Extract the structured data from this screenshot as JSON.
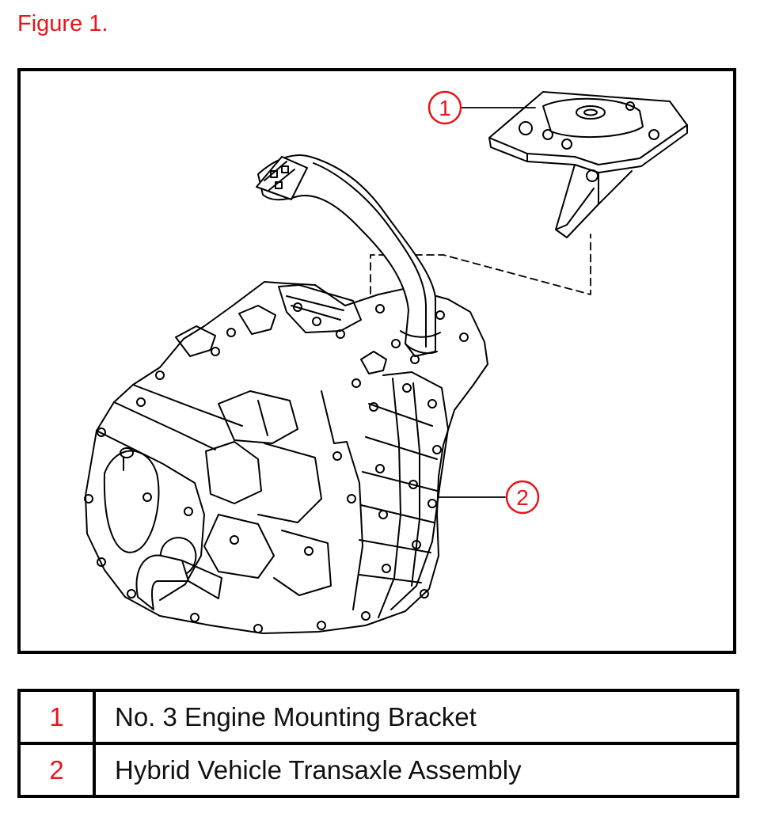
{
  "figure": {
    "title": "Figure 1."
  },
  "callouts": [
    {
      "number": "1"
    },
    {
      "number": "2"
    }
  ],
  "legend": [
    {
      "number": "1",
      "label": "No. 3 Engine Mounting Bracket"
    },
    {
      "number": "2",
      "label": "Hybrid Vehicle Transaxle Assembly"
    }
  ],
  "colors": {
    "accent": "#e8141b",
    "line": "#000000"
  }
}
